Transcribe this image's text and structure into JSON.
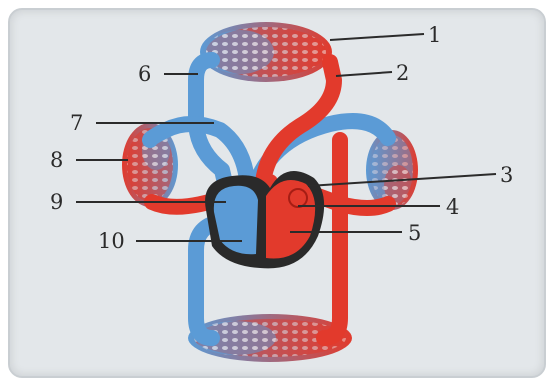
{
  "labels": [
    "1",
    "2",
    "3",
    "4",
    "5",
    "6",
    "7",
    "8",
    "9",
    "10"
  ],
  "colors": {
    "oxygenated": "#e23a2c",
    "deoxygenated": "#5b9bd6",
    "heart_outline": "#2a2a2a",
    "background": "#e3e7ea"
  }
}
